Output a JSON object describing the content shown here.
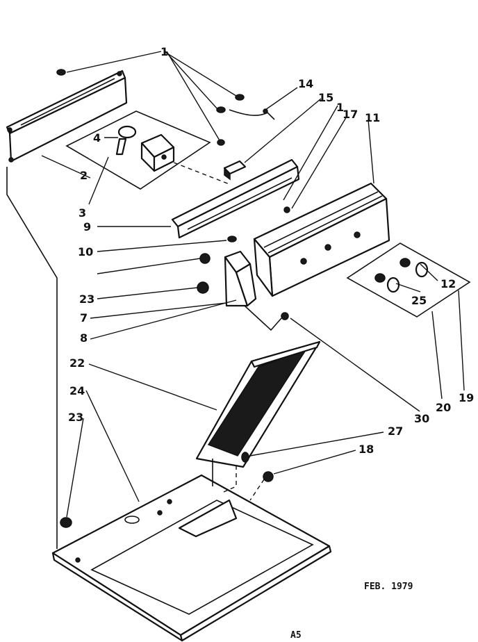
{
  "callouts": [
    {
      "id": "c1",
      "text": "1"
    },
    {
      "id": "c14",
      "text": "14"
    },
    {
      "id": "c15",
      "text": "15"
    },
    {
      "id": "c1b",
      "text": "1"
    },
    {
      "id": "c17",
      "text": "17"
    },
    {
      "id": "c11",
      "text": "11"
    },
    {
      "id": "c4",
      "text": "4"
    },
    {
      "id": "c2",
      "text": "2"
    },
    {
      "id": "c3",
      "text": "3"
    },
    {
      "id": "c9",
      "text": "9"
    },
    {
      "id": "c10",
      "text": "10"
    },
    {
      "id": "c23a",
      "text": "23"
    },
    {
      "id": "c7",
      "text": "7"
    },
    {
      "id": "c8",
      "text": "8"
    },
    {
      "id": "c12",
      "text": "12"
    },
    {
      "id": "c25",
      "text": "25"
    },
    {
      "id": "c22",
      "text": "22"
    },
    {
      "id": "c24",
      "text": "24"
    },
    {
      "id": "c23b",
      "text": "23"
    },
    {
      "id": "c27",
      "text": "27"
    },
    {
      "id": "c18",
      "text": "18"
    },
    {
      "id": "c30",
      "text": "30"
    },
    {
      "id": "c20",
      "text": "20"
    },
    {
      "id": "c19",
      "text": "19"
    }
  ],
  "footer": {
    "date": "FEB. 1979",
    "page_code": "A5"
  }
}
